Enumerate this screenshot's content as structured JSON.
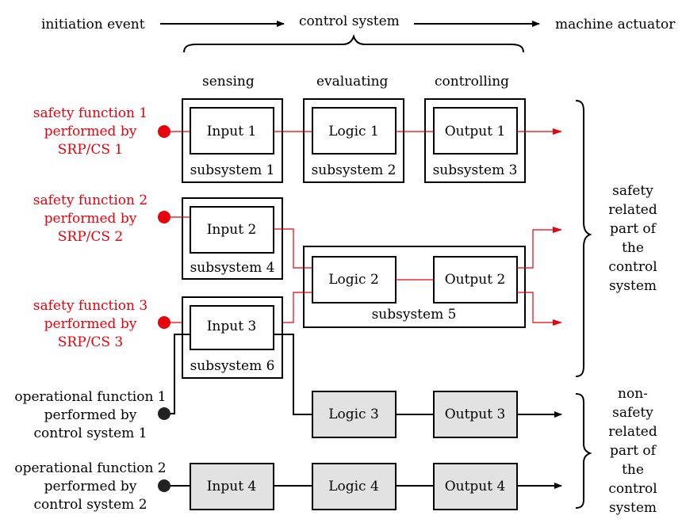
{
  "header": {
    "initiation": "initiation event",
    "control": "control system",
    "actuator": "machine actuator"
  },
  "columns": {
    "sensing": "sensing",
    "evaluating": "evaluating",
    "controlling": "controlling"
  },
  "functions": {
    "sf1": [
      "safety function 1",
      "performed by",
      "SRP/CS 1"
    ],
    "sf2": [
      "safety function 2",
      "performed by",
      "SRP/CS 2"
    ],
    "sf3": [
      "safety function 3",
      "performed by",
      "SRP/CS 3"
    ],
    "of1": [
      "operational function 1",
      "performed by",
      "control system 1"
    ],
    "of2": [
      "operational function 2",
      "performed by",
      "control system 2"
    ]
  },
  "blocks": {
    "input1": "Input 1",
    "logic1": "Logic 1",
    "output1": "Output 1",
    "input2": "Input 2",
    "logic2": "Logic 2",
    "output2": "Output 2",
    "input3": "Input 3",
    "logic3": "Logic 3",
    "output3": "Output 3",
    "input4": "Input 4",
    "logic4": "Logic 4",
    "output4": "Output 4"
  },
  "subsystems": {
    "s1": "subsystem 1",
    "s2": "subsystem 2",
    "s3": "subsystem 3",
    "s4": "subsystem 4",
    "s5": "subsystem 5",
    "s6": "subsystem 6"
  },
  "right": {
    "safety": [
      "safety",
      "related",
      "part of",
      "the",
      "control",
      "system"
    ],
    "nonsafety": [
      "non-",
      "safety",
      "related",
      "part of",
      "the",
      "control",
      "system"
    ]
  },
  "colors": {
    "safety": "#e8000b",
    "grey_fill": "#e2e2e2"
  }
}
